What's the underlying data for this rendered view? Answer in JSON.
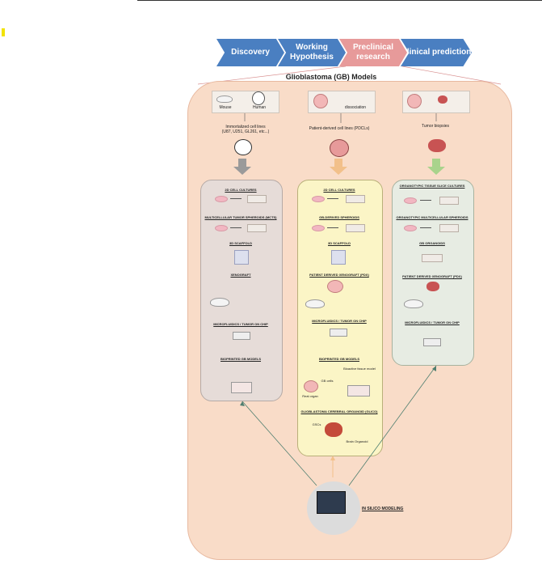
{
  "workflow": {
    "steps": [
      {
        "label": "Discovery"
      },
      {
        "label": "Working Hypothesis"
      },
      {
        "label": "Preclinical research"
      },
      {
        "label": "Clinical prediction"
      }
    ]
  },
  "diagram": {
    "title": "Glioblastoma (GB) Models",
    "sources": {
      "left": {
        "mouse": "Mouse",
        "human": "Human",
        "caption": "Immortalized cell lines\n(U87, U251, GL261, etc...)"
      },
      "middle": {
        "dissociation": "dissociation",
        "caption": "Patient-derived cell lines (PDCLs)"
      },
      "right": {
        "caption": "Tumor biopsies"
      }
    },
    "columns": {
      "left": [
        "2D CELL CULTURES",
        "MULTICELLULAR TUMOR SPHEROIDS (MCTS)",
        "3D SCAFFOLD",
        "XENOGRAFT",
        "MICROFLUIDICS / TUMOR ON CHIP",
        "BIOPRINTED GB MODELS"
      ],
      "middle": [
        "2D CELL CULTURES",
        "GB-DERIVED SPHEROIDS",
        "3D SCAFFOLD",
        "PATIENT DERIVED XENOGRAFT (PDX)",
        "MICROFLUIDICS / TUMOR ON CHIP",
        "BIOPRINTED GB MODELS",
        "GLIOBLASTOMA CEREBRAL ORGANOID (GLICO)"
      ],
      "right": [
        "ORGANOTYPIC TISSUE SLICE CULTURES",
        "ORGANOTYPIC MULTICELLULAR SPHEROIDS",
        "GB ORGANOIDS",
        "PATIENT DERIVED XENOGRAFT (PDX)",
        "MICROFLUIDICS / TUMOR ON CHIP"
      ]
    },
    "bioprint_labels": {
      "bioactive": "Bioactive tissue model",
      "gb_cells": "GB cells",
      "real_organ": "Real organ"
    },
    "glico_labels": {
      "gscs": "GSCs",
      "brain_organoid": "Brain Organoid"
    },
    "in_silico": "IN SILICO MODELING"
  },
  "colors": {
    "chevron_blue": "#4a7fc1",
    "chevron_pink": "#e79a9a",
    "background_peach": "#f9dcc8",
    "left_column": "#e6dcd8",
    "middle_column": "#fbf5c6",
    "right_column": "#e7ece3",
    "tumor_red": "#c85353"
  }
}
